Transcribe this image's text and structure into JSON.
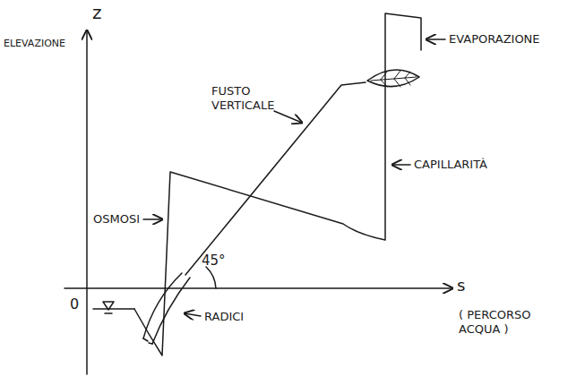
{
  "diagram": {
    "labels": [
      "z",
      "ELEVAZIONE",
      "FUSTO VERTICALE",
      "EVAPORAZIONE",
      "CAPILLARITÀ",
      "OSMOSI",
      "45°",
      "RADICI",
      "0",
      "s",
      "( PERCORSO ACQUA )"
    ]
  }
}
